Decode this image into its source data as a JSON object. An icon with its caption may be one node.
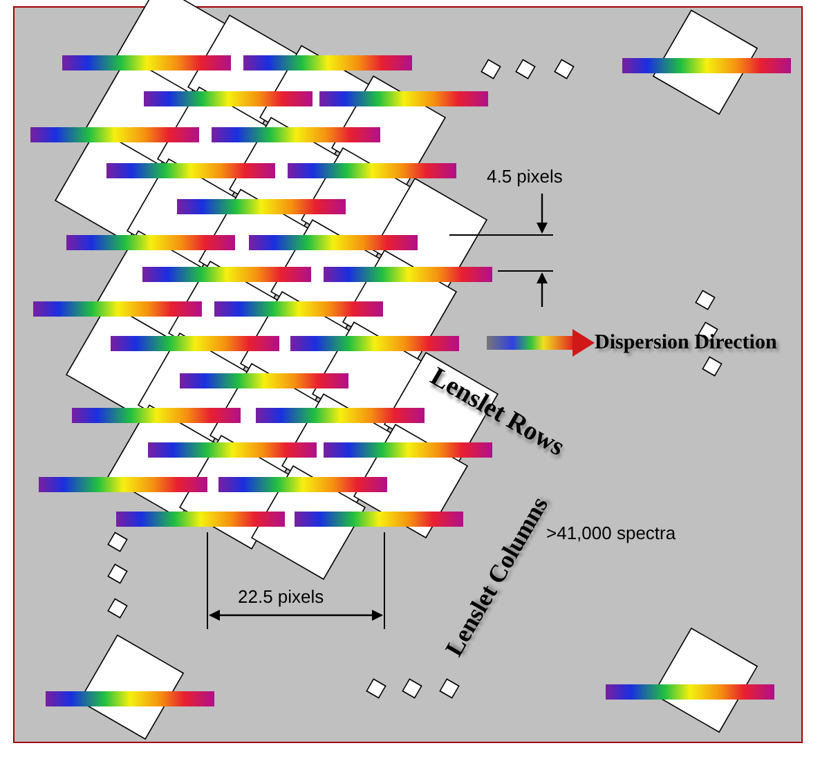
{
  "diagram": {
    "labels": [
      "4.5 pixels",
      "Dispersion Direction",
      "Lenslet Rows",
      "Lenslet Columns",
      ">41,000 spectra",
      "22.5 pixels"
    ]
  }
}
